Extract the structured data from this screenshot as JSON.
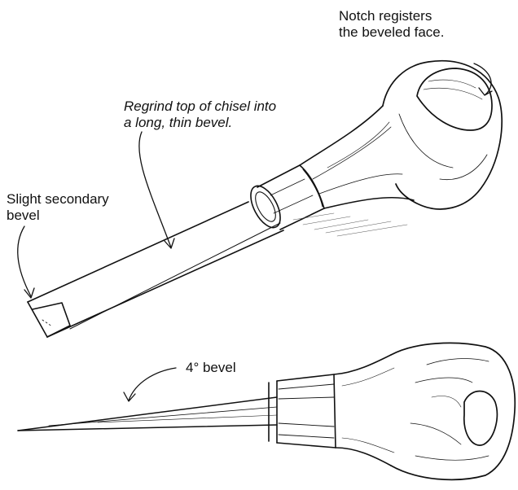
{
  "annotations": {
    "notch": {
      "line1": "Notch registers",
      "line2": "the beveled face."
    },
    "regrind": {
      "line1": "Regrind top of chisel into",
      "line2": "a long, thin bevel."
    },
    "secondary_bevel": {
      "line1": "Slight secondary",
      "line2": "bevel"
    },
    "angle": {
      "text": "4° bevel"
    }
  },
  "colors": {
    "ink": "#111111",
    "background": "#ffffff"
  }
}
